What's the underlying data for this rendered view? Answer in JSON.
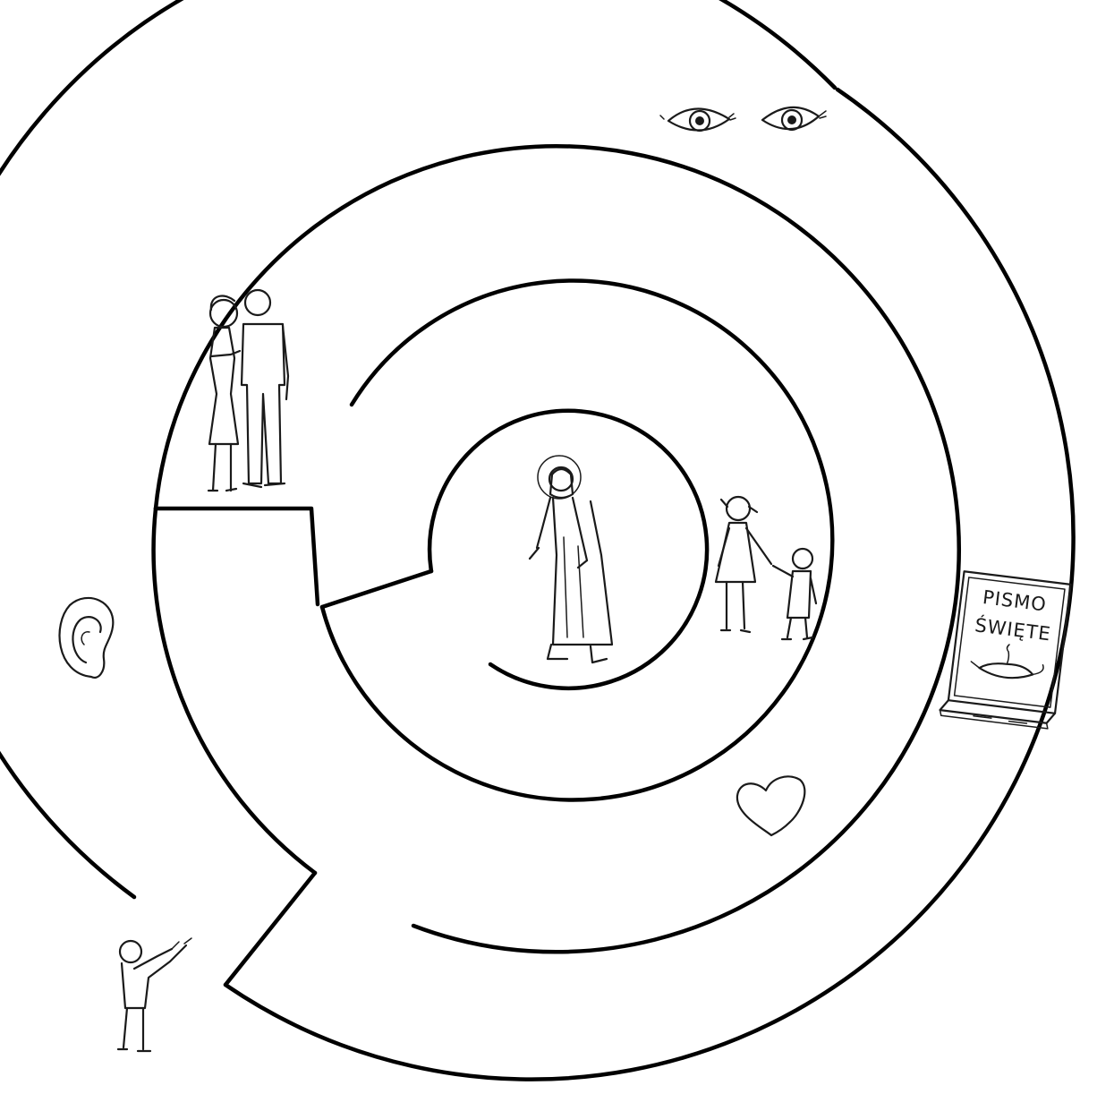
{
  "diagram": {
    "type": "labyrinth",
    "book": {
      "line1": "PISMO",
      "line2": "ŚWIĘTE"
    },
    "illustrations": [
      {
        "name": "jesus-figure"
      },
      {
        "name": "eyes-icon"
      },
      {
        "name": "ear-icon"
      },
      {
        "name": "heart-icon"
      },
      {
        "name": "bible-icon"
      },
      {
        "name": "couple-figure"
      },
      {
        "name": "children-figure"
      },
      {
        "name": "walker-figure"
      }
    ],
    "colors": {
      "background": "#ffffff",
      "ink": "#000000"
    }
  }
}
